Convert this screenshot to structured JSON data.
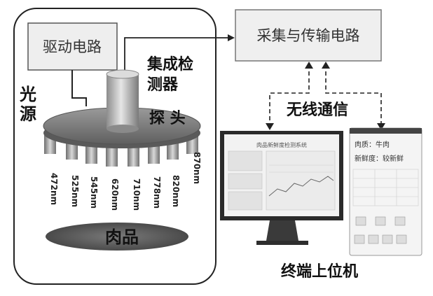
{
  "device": {
    "light_source_label": "光源",
    "driver_box_label": "驱动电路",
    "detector_label": "集成检测器",
    "probe_label": "探头",
    "sample_label": "肉品",
    "wavelengths": [
      "472nm",
      "525nm",
      "545nm",
      "620nm",
      "710nm",
      "778nm",
      "820nm",
      "870nm"
    ]
  },
  "acquisition_box_label": "采集与传输电路",
  "wireless_label": "无线通信",
  "terminal_label": "终端上位机",
  "monitor_screen": {
    "title": "肉品新鲜度检测系统"
  },
  "phone_screen": {
    "line1": "肉质：牛肉",
    "line2": "新鲜度：较新鲜"
  },
  "colors": {
    "box_fill": "#efefef",
    "dark_fill": "#555555",
    "disc_fill": "#7a7a7a",
    "sample_fill": "#6a6a6a"
  }
}
